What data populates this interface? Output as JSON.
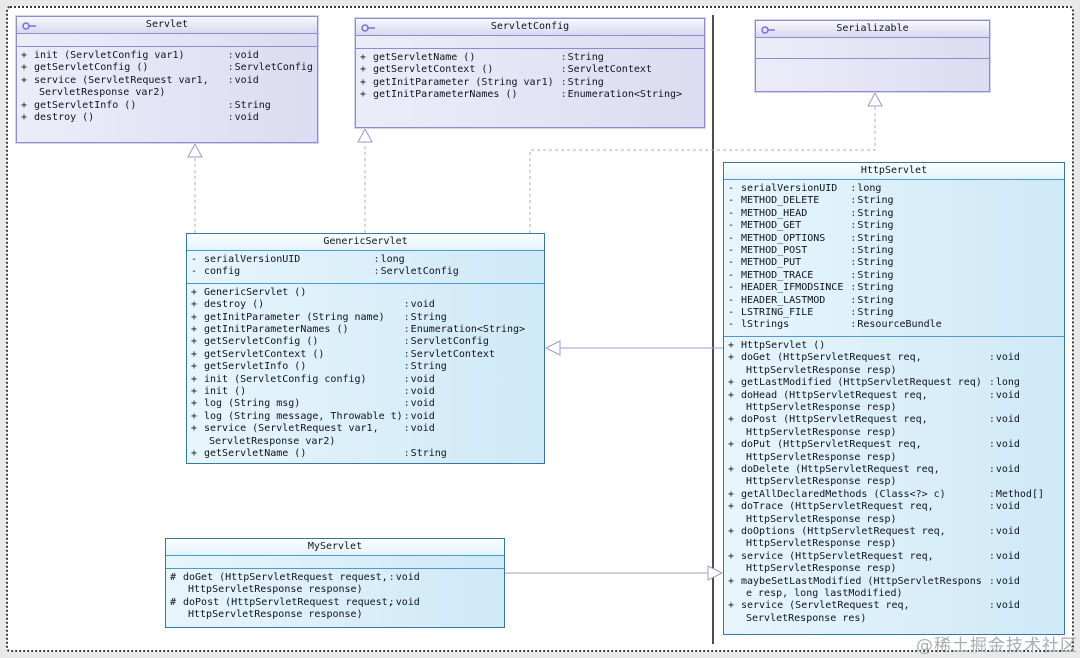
{
  "watermark": "@稀土掘金技术社区",
  "colors": {
    "iface-accent": "#8d8dca",
    "class-accent": "#35799f",
    "edge-dashed": "#a9a9c9",
    "edge-solid": "#9c9cce"
  },
  "classes": [
    {
      "name": "Servlet",
      "kind": "interface",
      "icon": "interface-lollipop-icon",
      "fields": [],
      "methods": [
        {
          "mod": "+",
          "sig": [
            "init (ServletConfig var1)"
          ],
          "type": "void"
        },
        {
          "mod": "+",
          "sig": [
            "getServletConfig ()"
          ],
          "type": "ServletConfig"
        },
        {
          "mod": "+",
          "sig": [
            "service (ServletRequest var1,",
            "ServletResponse var2)"
          ],
          "type": "void"
        },
        {
          "mod": "+",
          "sig": [
            "getServletInfo ()"
          ],
          "type": "String"
        },
        {
          "mod": "+",
          "sig": [
            "destroy ()"
          ],
          "type": "void"
        }
      ]
    },
    {
      "name": "ServletConfig",
      "kind": "interface",
      "icon": "interface-lollipop-icon",
      "fields": [],
      "methods": [
        {
          "mod": "+",
          "sig": [
            "getServletName ()"
          ],
          "type": "String"
        },
        {
          "mod": "+",
          "sig": [
            "getServletContext ()"
          ],
          "type": "ServletContext"
        },
        {
          "mod": "+",
          "sig": [
            "getInitParameter (String var1)"
          ],
          "type": "String"
        },
        {
          "mod": "+",
          "sig": [
            "getInitParameterNames ()"
          ],
          "type": "Enumeration<String>"
        }
      ]
    },
    {
      "name": "Serializable",
      "kind": "interface",
      "icon": "interface-lollipop-icon",
      "fields": [],
      "methods": []
    },
    {
      "name": "GenericServlet",
      "kind": "class",
      "fields": [
        {
          "mod": "-",
          "sig": [
            "serialVersionUID"
          ],
          "type": "long"
        },
        {
          "mod": "-",
          "sig": [
            "config"
          ],
          "type": "ServletConfig"
        }
      ],
      "methods": [
        {
          "mod": "+",
          "sig": [
            "GenericServlet ()"
          ],
          "type": ""
        },
        {
          "mod": "+",
          "sig": [
            "destroy ()"
          ],
          "type": "void"
        },
        {
          "mod": "+",
          "sig": [
            "getInitParameter (String name)"
          ],
          "type": "String"
        },
        {
          "mod": "+",
          "sig": [
            "getInitParameterNames ()"
          ],
          "type": "Enumeration<String>"
        },
        {
          "mod": "+",
          "sig": [
            "getServletConfig ()"
          ],
          "type": "ServletConfig"
        },
        {
          "mod": "+",
          "sig": [
            "getServletContext ()"
          ],
          "type": "ServletContext"
        },
        {
          "mod": "+",
          "sig": [
            "getServletInfo ()"
          ],
          "type": "String"
        },
        {
          "mod": "+",
          "sig": [
            "init (ServletConfig config)"
          ],
          "type": "void"
        },
        {
          "mod": "+",
          "sig": [
            "init ()"
          ],
          "type": "void"
        },
        {
          "mod": "+",
          "sig": [
            "log (String msg)"
          ],
          "type": "void"
        },
        {
          "mod": "+",
          "sig": [
            "log (String message, Throwable t)"
          ],
          "type": "void"
        },
        {
          "mod": "+",
          "sig": [
            "service (ServletRequest var1,",
            "ServletResponse var2)"
          ],
          "type": "void"
        },
        {
          "mod": "+",
          "sig": [
            "getServletName ()"
          ],
          "type": "String"
        }
      ]
    },
    {
      "name": "HttpServlet",
      "kind": "class",
      "fields": [
        {
          "mod": "-",
          "sig": [
            "serialVersionUID"
          ],
          "type": "long"
        },
        {
          "mod": "-",
          "sig": [
            "METHOD_DELETE"
          ],
          "type": "String"
        },
        {
          "mod": "-",
          "sig": [
            "METHOD_HEAD"
          ],
          "type": "String"
        },
        {
          "mod": "-",
          "sig": [
            "METHOD_GET"
          ],
          "type": "String"
        },
        {
          "mod": "-",
          "sig": [
            "METHOD_OPTIONS"
          ],
          "type": "String"
        },
        {
          "mod": "-",
          "sig": [
            "METHOD_POST"
          ],
          "type": "String"
        },
        {
          "mod": "-",
          "sig": [
            "METHOD_PUT"
          ],
          "type": "String"
        },
        {
          "mod": "-",
          "sig": [
            "METHOD_TRACE"
          ],
          "type": "String"
        },
        {
          "mod": "-",
          "sig": [
            "HEADER_IFMODSINCE"
          ],
          "type": "String"
        },
        {
          "mod": "-",
          "sig": [
            "HEADER_LASTMOD"
          ],
          "type": "String"
        },
        {
          "mod": "-",
          "sig": [
            "LSTRING_FILE"
          ],
          "type": "String"
        },
        {
          "mod": "-",
          "sig": [
            "lStrings"
          ],
          "type": "ResourceBundle"
        }
      ],
      "methods": [
        {
          "mod": "+",
          "sig": [
            "HttpServlet ()"
          ],
          "type": ""
        },
        {
          "mod": "+",
          "sig": [
            "doGet (HttpServletRequest req,",
            "HttpServletResponse resp)"
          ],
          "type": "void"
        },
        {
          "mod": "+",
          "sig": [
            "getLastModified (HttpServletRequest req)"
          ],
          "type": "long"
        },
        {
          "mod": "+",
          "sig": [
            "doHead (HttpServletRequest req,",
            "HttpServletResponse resp)"
          ],
          "type": "void"
        },
        {
          "mod": "+",
          "sig": [
            "doPost (HttpServletRequest req,",
            "HttpServletResponse resp)"
          ],
          "type": "void"
        },
        {
          "mod": "+",
          "sig": [
            "doPut (HttpServletRequest req,",
            "HttpServletResponse resp)"
          ],
          "type": "void"
        },
        {
          "mod": "+",
          "sig": [
            "doDelete (HttpServletRequest req,",
            "HttpServletResponse resp)"
          ],
          "type": "void"
        },
        {
          "mod": "+",
          "sig": [
            "getAllDeclaredMethods (Class<?> c)"
          ],
          "type": "Method[]"
        },
        {
          "mod": "+",
          "sig": [
            "doTrace (HttpServletRequest req,",
            "HttpServletResponse resp)"
          ],
          "type": "void"
        },
        {
          "mod": "+",
          "sig": [
            "doOptions (HttpServletRequest req,",
            "HttpServletResponse resp)"
          ],
          "type": "void"
        },
        {
          "mod": "+",
          "sig": [
            "service (HttpServletRequest req,",
            "HttpServletResponse resp)"
          ],
          "type": "void"
        },
        {
          "mod": "+",
          "sig": [
            "maybeSetLastModified (HttpServletRespons",
            "e resp, long lastModified)"
          ],
          "type": "void"
        },
        {
          "mod": "+",
          "sig": [
            "service (ServletRequest req,",
            "ServletResponse res)"
          ],
          "type": "void"
        }
      ]
    },
    {
      "name": "MyServlet",
      "kind": "class",
      "fields": [],
      "methods": [
        {
          "mod": "#",
          "sig": [
            "doGet (HttpServletRequest request,",
            "HttpServletResponse response)"
          ],
          "type": "void"
        },
        {
          "mod": "#",
          "sig": [
            "doPost (HttpServletRequest request,",
            "HttpServletResponse response)"
          ],
          "type": "void"
        }
      ]
    }
  ],
  "relationships": [
    {
      "from": "GenericServlet",
      "to": "Servlet",
      "type": "realization"
    },
    {
      "from": "GenericServlet",
      "to": "ServletConfig",
      "type": "realization"
    },
    {
      "from": "GenericServlet",
      "to": "Serializable",
      "type": "realization"
    },
    {
      "from": "HttpServlet",
      "to": "GenericServlet",
      "type": "generalization"
    },
    {
      "from": "MyServlet",
      "to": "HttpServlet",
      "type": "generalization"
    }
  ]
}
